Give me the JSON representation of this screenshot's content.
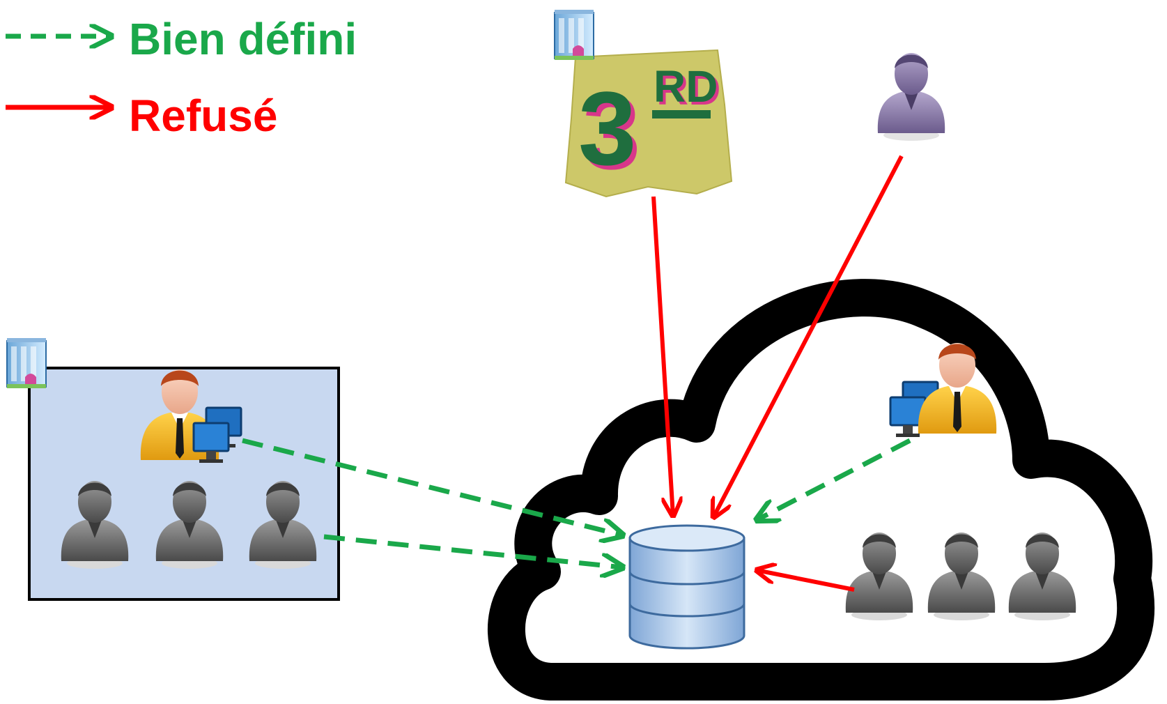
{
  "legend": {
    "dashed": {
      "label": "Bien défini",
      "color": "#1aa84a"
    },
    "solid": {
      "label": "Refusé",
      "color": "#ff0000"
    }
  },
  "third_party": {
    "big_number": "3",
    "suffix": "RD",
    "paper_color": "#cdc869",
    "text_color": "#1f6e3e",
    "shadow_color": "#d8368a"
  },
  "colors": {
    "org_box_fill": "#c8d8f0",
    "cloud_stroke": "#000000",
    "database_fill": "#a9c7ea",
    "user_gray": "#6e6e6e",
    "user_purple": "#8a7aa8",
    "admin_shirt": "#f2b71a",
    "arrow_green": "#1aa84a",
    "arrow_red": "#ff0000"
  },
  "icons": {
    "building": "building-icon",
    "admin": "admin-user-icon",
    "user": "user-icon",
    "external_user": "external-user-icon",
    "database": "database-icon",
    "third_party_badge": "third-party-badge-icon",
    "cloud": "cloud-icon"
  }
}
